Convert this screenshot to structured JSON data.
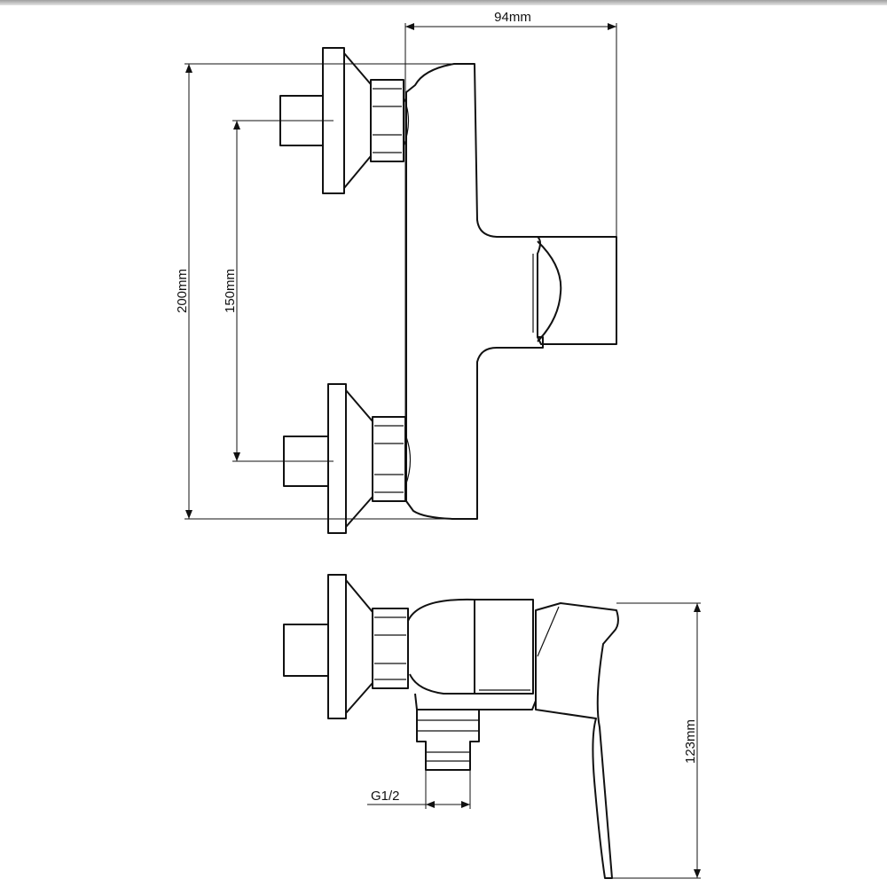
{
  "dimensions": {
    "width_top": "94mm",
    "height_total": "200mm",
    "inlet_spacing": "150mm",
    "side_height": "123mm",
    "thread": "G1/2"
  },
  "colors": {
    "line": "#111111",
    "background": "#ffffff"
  }
}
